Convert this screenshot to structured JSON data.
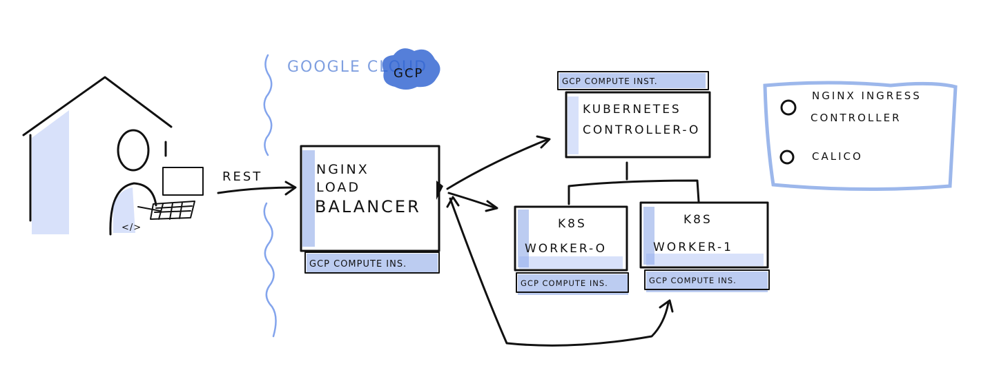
{
  "labels": {
    "google_cloud": "GOOGLE CLOUD",
    "gcp_badge": "GCP",
    "rest_label": "REST",
    "dev_tag": "</>",
    "load_balancer": {
      "line1": "NGINX",
      "line2": "LOAD",
      "line3": "BALANCER",
      "footer": "GCP COMPUTE INS."
    },
    "controller": {
      "header": "GCP COMPUTE INST.",
      "line1": "KUBERNETES",
      "line2": "CONTROLLER-O"
    },
    "worker0": {
      "line1": "K8S",
      "line2": "WORKER-O",
      "footer": "GCP COMPUTE INS."
    },
    "worker1": {
      "line1": "K8S",
      "line2": "WORKER-1",
      "footer": "GCP COMPUTE INS."
    },
    "legend": {
      "item1_line1": "NGINX INGRESS",
      "item1_line2": "CONTROLLER",
      "item2": "CALICO"
    }
  },
  "colors": {
    "ink": "#111111",
    "accent_blue": "#3a6fd8",
    "shade_blue": "#6a8fe0"
  }
}
